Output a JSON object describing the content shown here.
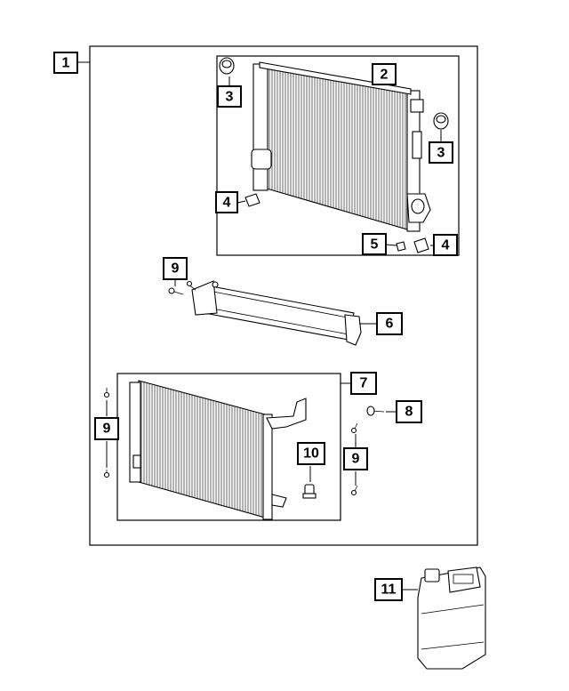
{
  "callouts": {
    "c1": "1",
    "c2": "2",
    "c3a": "3",
    "c3b": "3",
    "c4a": "4",
    "c4b": "4",
    "c5": "5",
    "c6": "6",
    "c7": "7",
    "c8": "8",
    "c9a": "9",
    "c9b": "9",
    "c9c": "9",
    "c10": "10",
    "c11": "11"
  }
}
